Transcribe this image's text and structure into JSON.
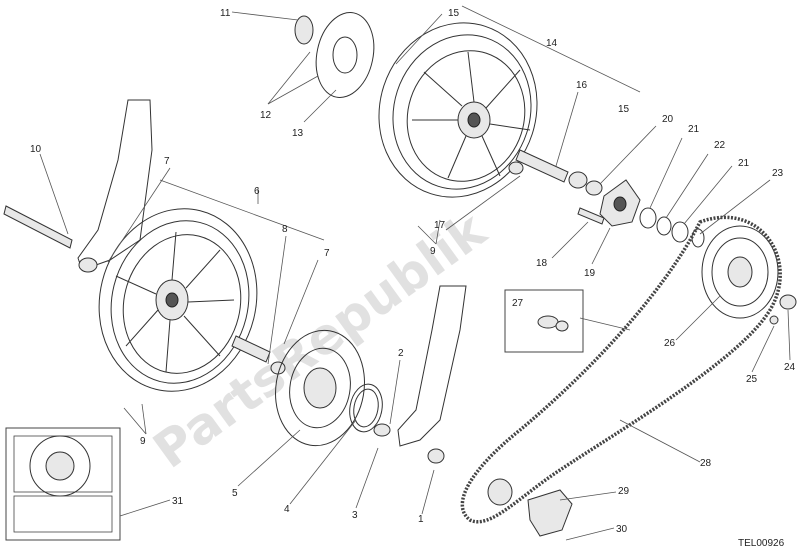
{
  "diagram": {
    "drawing_code": "TEL00926",
    "watermark": "PartsRepublik",
    "labels": [
      {
        "id": "l11",
        "text": "11"
      },
      {
        "id": "l15a",
        "text": "15"
      },
      {
        "id": "l14",
        "text": "14"
      },
      {
        "id": "l12",
        "text": "12"
      },
      {
        "id": "l13",
        "text": "13"
      },
      {
        "id": "l16",
        "text": "16"
      },
      {
        "id": "l15b",
        "text": "15"
      },
      {
        "id": "l20",
        "text": "20"
      },
      {
        "id": "l10",
        "text": "10"
      },
      {
        "id": "l7a",
        "text": "7"
      },
      {
        "id": "l6",
        "text": "6"
      },
      {
        "id": "l21a",
        "text": "21"
      },
      {
        "id": "l22",
        "text": "22"
      },
      {
        "id": "l21b",
        "text": "21"
      },
      {
        "id": "l23",
        "text": "23"
      },
      {
        "id": "l17",
        "text": "17"
      },
      {
        "id": "l9a",
        "text": "9"
      },
      {
        "id": "l8",
        "text": "8"
      },
      {
        "id": "l7b",
        "text": "7"
      },
      {
        "id": "l18",
        "text": "18"
      },
      {
        "id": "l19",
        "text": "19"
      },
      {
        "id": "l27",
        "text": "27"
      },
      {
        "id": "l2",
        "text": "2"
      },
      {
        "id": "l26",
        "text": "26"
      },
      {
        "id": "l24",
        "text": "24"
      },
      {
        "id": "l25",
        "text": "25"
      },
      {
        "id": "l9b",
        "text": "9"
      },
      {
        "id": "l28",
        "text": "28"
      },
      {
        "id": "l5",
        "text": "5"
      },
      {
        "id": "l4",
        "text": "4"
      },
      {
        "id": "l3",
        "text": "3"
      },
      {
        "id": "l1",
        "text": "1"
      },
      {
        "id": "l29",
        "text": "29"
      },
      {
        "id": "l31",
        "text": "31"
      },
      {
        "id": "l30",
        "text": "30"
      }
    ]
  }
}
